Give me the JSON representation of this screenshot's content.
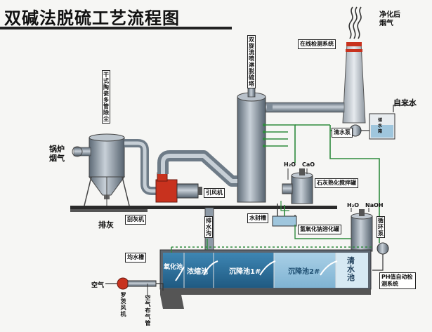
{
  "title": "双碱法脱硫工艺流程图",
  "labels": {
    "clean_flue_gas": "净化后烟气",
    "online_monitor": "在线检测系统",
    "tower": "双旋流喷淋脱硫塔",
    "dust_collector": "干式陶瓷多管除尘",
    "boiler_flue": "锅炉烟气",
    "tap_water": "自来水",
    "clear_pump": "清水泵",
    "water_tank": "储水箱",
    "id_fan": "引风机",
    "lime_tank": "石灰熟化搅拌罐",
    "h2o_1": "H₂O",
    "cao": "CaO",
    "h2o_2": "H₂O",
    "naoh": "NaOH",
    "ash_scraper": "刮灰机",
    "ash_out": "排灰",
    "drain_ditch": "排水沟",
    "water_seal": "水封槽",
    "naoh_tank": "氢氧化钠溶化罐",
    "circ_pump": "循环泵",
    "equalize": "均水槽",
    "oxidation": "氧化池",
    "thicken": "浓缩池",
    "settle1": "沉降池1#",
    "settle2": "沉降池2#",
    "clear_pool": "清水池",
    "ph_system": "PH值自动检测系统",
    "air": "空气",
    "roots_blower": "罗茨风机",
    "air_pipe": "空气布气管"
  },
  "colors": {
    "steel": "#7d8a96",
    "pipe": "#8e9aa6",
    "red": "#c8321e",
    "flow_green": "#2e8b3d",
    "pool_dark": "#2d6f99",
    "pool_light": "#8fc0dc",
    "ground": "#2a2a2a"
  }
}
